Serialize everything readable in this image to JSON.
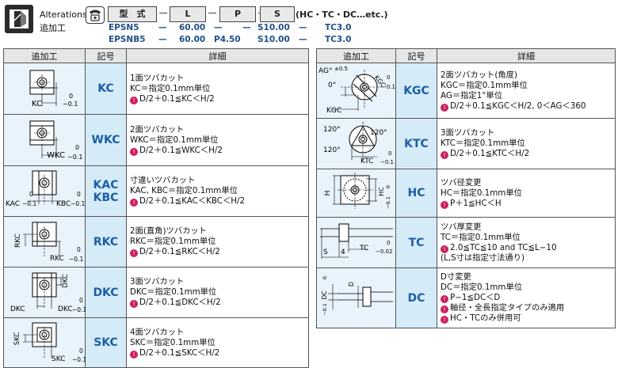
{
  "header": {
    "alterations_en": "Alterations",
    "alterations_jp": "追加工",
    "code_labels": [
      "型　式",
      "L",
      "P",
      "S"
    ],
    "code_suffix": "(HC・TC・DC…etc.)",
    "examples": [
      {
        "type": "EPSN5",
        "l": "60.00",
        "p": "",
        "s": "S10.00",
        "alt": "TC3.0"
      },
      {
        "type": "EPSNB5",
        "l": "60.00",
        "p": "P4.50",
        "s": "S10.00",
        "alt": "TC3.0"
      }
    ],
    "dash": "—"
  },
  "table_headers": {
    "process": "追加工",
    "code": "記号",
    "details": "詳細"
  },
  "left_rows": [
    {
      "codes": [
        "KC"
      ],
      "lines": [
        "1面ツバカット",
        "KC＝指定0.1mm単位"
      ],
      "tip": "D/2＋0.1≦KC＜H/2",
      "dim": "KC",
      "tol_top": "0",
      "tol_bot": "−0.1"
    },
    {
      "codes": [
        "WKC"
      ],
      "lines": [
        "2面ツバカット",
        "WKC＝指定0.1mm単位"
      ],
      "tip": "D/2＋0.1≦WKC＜H/2",
      "dim": "WKC",
      "tol_top": "0",
      "tol_bot": "−0.1"
    },
    {
      "codes": [
        "KAC",
        "KBC"
      ],
      "lines": [
        "寸違いツバカット",
        "KAC, KBC＝指定0.1mm単位"
      ],
      "tip": "D/2＋0.1≦KAC＜KBC＜H/2",
      "dim": "KAC",
      "dim2": "KBC",
      "tol_top": "0",
      "tol_bot": "−0.1"
    },
    {
      "codes": [
        "RKC"
      ],
      "lines": [
        "2面(直角)ツバカット",
        "RKC＝指定0.1mm単位"
      ],
      "tip": "D/2＋0.1≦RKC＜H/2",
      "dim": "RKC",
      "tol_top": "0",
      "tol_bot": "−0.1"
    },
    {
      "codes": [
        "DKC"
      ],
      "lines": [
        "3面ツバカット",
        "DKC＝指定0.1mm単位"
      ],
      "tip": "D/2＋0.1≦DKC＜H/2",
      "dim": "DKC",
      "tol_top": "0",
      "tol_bot": "−0.1"
    },
    {
      "codes": [
        "SKC"
      ],
      "lines": [
        "4面ツバカット",
        "SKC＝指定0.1mm単位"
      ],
      "tip": "D/2＋0.1≦SKC＜H/2",
      "dim": "SKC",
      "tol_top": "0",
      "tol_bot": "−0.1"
    }
  ],
  "right_rows": [
    {
      "codes": [
        "KGC"
      ],
      "lines": [
        "2面ツバカット(角度)",
        "KGC＝指定0.1mm単位",
        "AG＝指定1°単位"
      ],
      "tip": "D/2＋0.1≦KGC＜H/2, 0＜AG＜360",
      "dim": "KGC",
      "ag_label": "AG°",
      "ag_tol": "±0.5",
      "zero_deg": "0°",
      "tol_top": "0",
      "tol_bot": "−0.1"
    },
    {
      "codes": [
        "KTC"
      ],
      "lines": [
        "3面ツバカット",
        "KTC＝指定0.1mm単位"
      ],
      "tip": "D/2＋0.1≦KTC＜H/2",
      "dim": "KTC",
      "angle": "120°",
      "tol_top": "0",
      "tol_bot": "−0.1"
    },
    {
      "codes": [
        "HC"
      ],
      "lines": [
        "ツバ径変更",
        "HC＝指定0.1mm単位"
      ],
      "tip": "P＋1≦HC＜H",
      "dim": "HC",
      "dim_h": "H",
      "tol_top": "0",
      "tol_bot": "−0.1"
    },
    {
      "codes": [
        "TC"
      ],
      "lines": [
        "ツバ厚変更",
        "TC＝指定0.1mm単位"
      ],
      "tips": [
        "2.0≦TC≦10 and TC≦L−10"
      ],
      "extra": "(L,S寸は指定寸法通り)",
      "dim": "TC",
      "dim_s": "S",
      "dim_4": "4",
      "tol_top": "0",
      "tol_bot": "−0.02"
    },
    {
      "codes": [
        "DC"
      ],
      "lines": [
        "D寸変更",
        "DC＝指定0.1mm単位"
      ],
      "tips": [
        "P−1≦DC＜D",
        "軸径・全長指定タイプのみ適用",
        "HC・TCのみ併用可"
      ],
      "dim": "DC",
      "dim_d": "D",
      "tol_top": "0",
      "tol_bot": "−0.1"
    }
  ]
}
